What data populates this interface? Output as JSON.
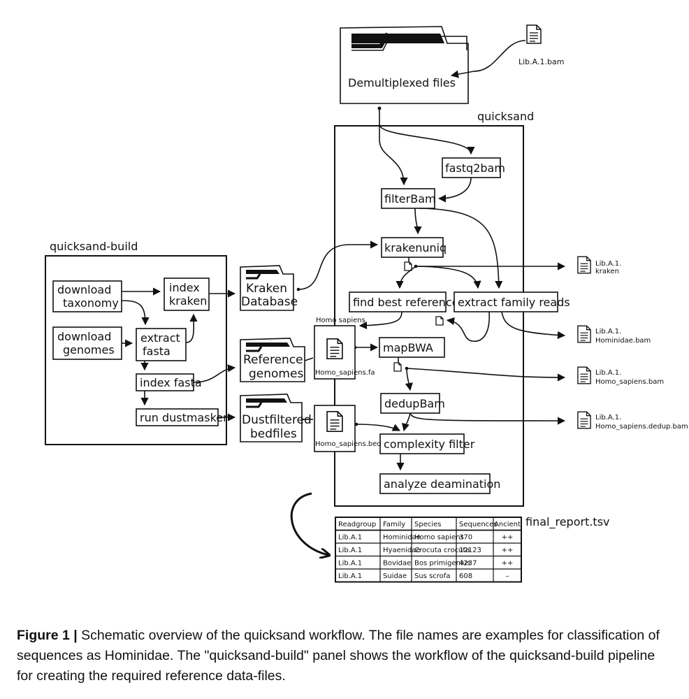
{
  "diagram": {
    "input_file": "Lib.A.1.bam",
    "demux": "Demultiplexed files",
    "qs_title": "quicksand",
    "qsb_title": "quicksand-build",
    "fastq2bam": "fastq2bam",
    "filterbam": "filterBam",
    "krakenuniq": "krakenuniq",
    "find_best": "find best reference",
    "extract_family": "extract family reads",
    "mapbwa": "mapBWA",
    "dedupbam": "dedupBam",
    "complexity": "complexity filter",
    "deamination": "analyze deamination",
    "dl_tax_1": "download",
    "dl_tax_2": "taxonomy",
    "dl_gen_1": "download",
    "dl_gen_2": "genomes",
    "index_kraken_1": "index",
    "index_kraken_2": "kraken",
    "extract_fasta_1": "extract",
    "extract_fasta_2": "fasta",
    "index_fasta": "index fasta",
    "dustmasker": "run dustmasker",
    "kraken_db_1": "Kraken",
    "kraken_db_2": "Database",
    "ref_gen_1": "Reference",
    "ref_gen_2": "genomes",
    "dust_1": "Dustfiltered",
    "dust_2": "bedfiles",
    "homo_label": "Homo sapiens",
    "homo_fa": "Homo_sapiens.fa",
    "homo_bed": "Homo_sapiens.bed",
    "out_kraken_1": "Lib.A.1.",
    "out_kraken_2": "kraken",
    "out_hom_1": "Lib.A.1.",
    "out_hom_2": "Hominidae.bam",
    "out_hs_1": "Lib.A.1.",
    "out_hs_2": "Homo_sapiens.bam",
    "out_dedup_1": "Lib.A.1.",
    "out_dedup_2": "Homo_sapiens.dedup.bam",
    "report_name": "final_report.tsv"
  },
  "report": {
    "headers": [
      "Readgroup",
      "Family",
      "Species",
      "Sequences",
      "Ancient"
    ],
    "rows": [
      [
        "Lib.A.1",
        "Hominidae",
        "Homo sapiens",
        "370",
        "++"
      ],
      [
        "Lib.A.1",
        "Hyaenidae",
        "Crocuta crocuta",
        "12123",
        "++"
      ],
      [
        "Lib.A.1",
        "Bovidae",
        "Bos primigenius",
        "4237",
        "++"
      ],
      [
        "Lib.A.1",
        "Suidae",
        "Sus scrofa",
        "608",
        "–"
      ]
    ]
  },
  "caption": {
    "label": "Figure 1",
    "text": "Schematic overview of the quicksand workflow. The file names are examples for classification of sequences as Hominidae. The \"quicksand-build\" panel shows the workflow of the quicksand-build pipeline for creating the required reference data-files."
  }
}
